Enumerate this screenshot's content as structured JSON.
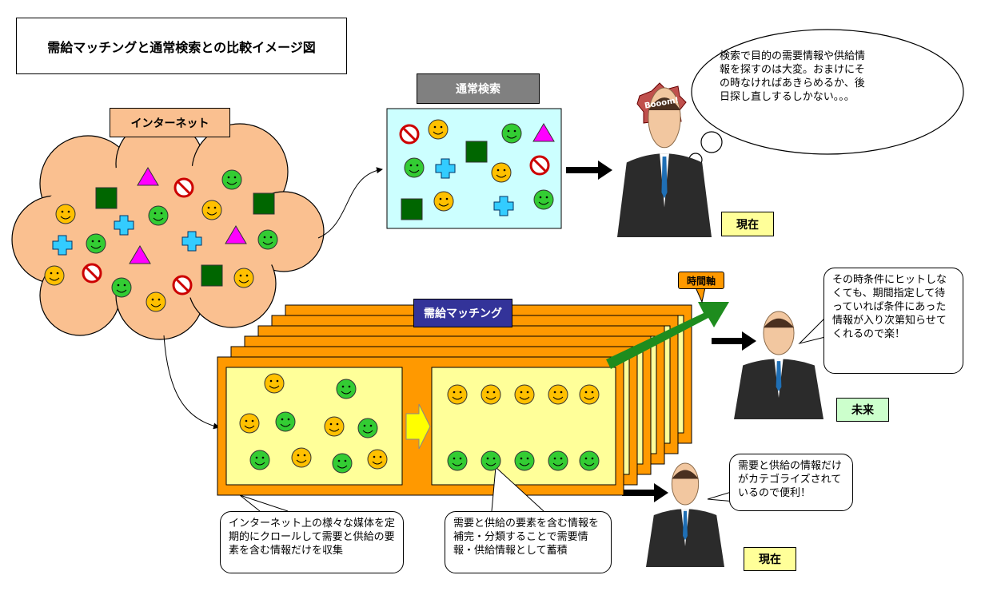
{
  "title": "需給マッチングと通常検索との比較イメージ図",
  "internet_label": "インターネット",
  "normal_search_label": "通常検索",
  "matching_label": "需給マッチング",
  "time_axis_label": "時間軸",
  "boom_text": "Booom!",
  "present_label_top": "現在",
  "future_label": "未来",
  "present_label_bottom": "現在",
  "thought_top": "検索で目的の需要情報や供給情報を探すのは大変。おまけにその時なければあきらめるか、後日探し直しするしかない。。。",
  "speech_future": "その時条件にヒットしなくても、期間指定して待っていれば条件にあった情報が入り次第知らせてくれるので楽！",
  "speech_present": "需要と供給の情報だけがカテゴライズされているので便利！",
  "callout_crawl": "インターネット上の様々な媒体を定期的にクロールして需要と供給の要素を含む情報だけを収集",
  "callout_store": "需要と供給の要素を含む情報を補完・分類することで需要情報・供給情報として蓄積",
  "colors": {
    "peach": "#fac090",
    "orange": "#ff9900",
    "pale_yellow": "#ffff99",
    "cyan": "#ccffff",
    "navy": "#333399",
    "grey": "#808080",
    "green_label": "#ccffcc",
    "smile_green": "#33cc33",
    "smile_yellow": "#ffc000",
    "arrow_green": "#1e8c1e"
  }
}
